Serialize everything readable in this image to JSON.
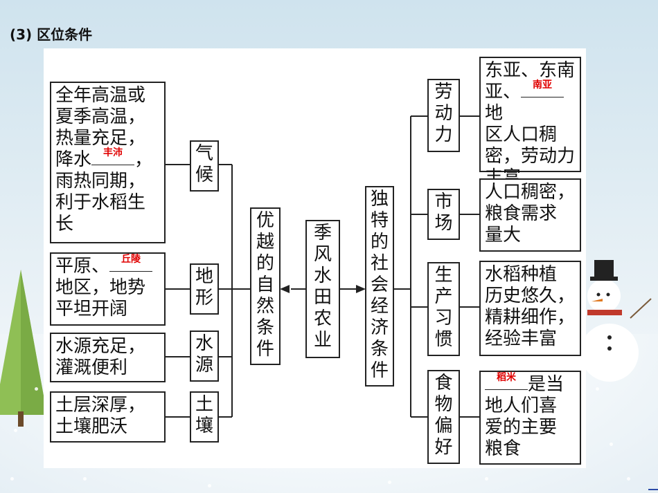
{
  "heading": "(3) 区位条件",
  "center": {
    "label": [
      "季",
      "风",
      "水",
      "田",
      "农",
      "业"
    ]
  },
  "natural": {
    "label": [
      "优",
      "越",
      "的",
      "自",
      "然",
      "条",
      "件"
    ],
    "factors": [
      {
        "name": [
          "气",
          "候"
        ],
        "desc_lines": [
          "全年高温或",
          "夏季高温，",
          "热量充足，"
        ],
        "blank_prefix": "降水",
        "blank_answer": "丰沛",
        "blank_suffix": "，",
        "desc_tail": [
          "雨热同期，",
          "利于水稻生",
          "长"
        ]
      },
      {
        "name": [
          "地",
          "形"
        ],
        "blank_prefix": "平原、",
        "blank_answer": "丘陵",
        "desc_tail": [
          "地区，地势",
          "平坦开阔"
        ]
      },
      {
        "name": [
          "水",
          "源"
        ],
        "desc_lines": [
          "水源充足，",
          "灌溉便利"
        ]
      },
      {
        "name": [
          "土",
          "壤"
        ],
        "desc_lines": [
          "土层深厚，",
          "土壤肥沃"
        ]
      }
    ]
  },
  "social": {
    "label": [
      "独",
      "特",
      "的",
      "社",
      "会",
      "经",
      "济",
      "条",
      "件"
    ],
    "factors": [
      {
        "name": [
          "劳",
          "动",
          "力"
        ],
        "line1": "东亚、东南",
        "blank_prefix": "亚、",
        "blank_answer": "南亚",
        "blank_suffix": "地",
        "desc_tail": [
          "区人口稠",
          "密，劳动力",
          "丰富"
        ]
      },
      {
        "name": [
          "市",
          "场"
        ],
        "desc_lines": [
          "人口稠密，",
          "粮食需求",
          "量大"
        ]
      },
      {
        "name": [
          "生",
          "产",
          "习",
          "惯"
        ],
        "desc_lines": [
          "水稻种植",
          "历史悠久，",
          "精耕细作，",
          "经验丰富"
        ]
      },
      {
        "name": [
          "食",
          "物",
          "偏",
          "好"
        ],
        "blank_answer": "稻米",
        "blank_suffix": "是当",
        "desc_tail": [
          "地人们喜",
          "爱的主要",
          "粮食"
        ]
      }
    ]
  }
}
